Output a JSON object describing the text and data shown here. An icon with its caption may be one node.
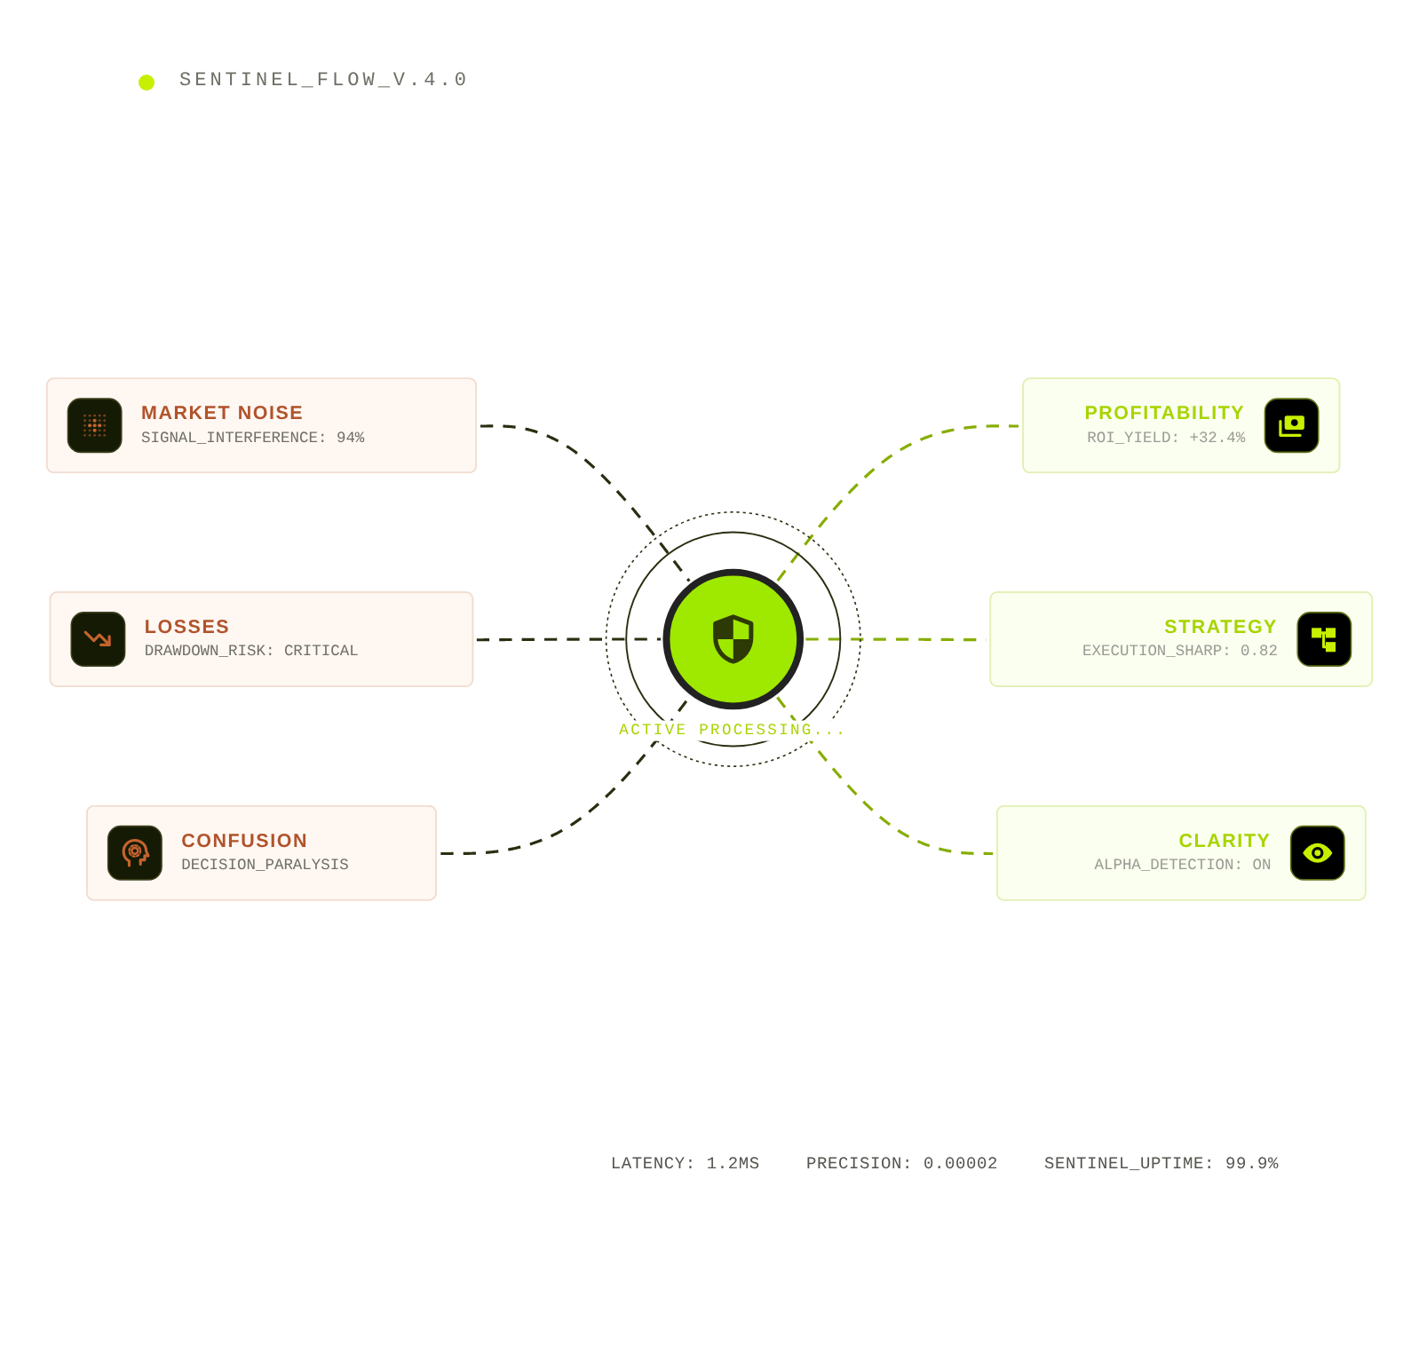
{
  "diagram": {
    "title": "SENTINEL_FLOW_V.4.0",
    "nodes": [
      {
        "text": [
          "MARKET NOISE",
          "SIGNAL_INTERFERENCE: 94%"
        ]
      },
      {
        "text": [
          "PROFITABILITY",
          "ROI_YIELD: +32.4%"
        ]
      },
      {
        "text": [
          "LOSSES",
          "DRAWDOWN_RISK: CRITICAL"
        ]
      },
      {
        "text": [],
        "shape": "circle",
        "beside": [
          "ACTIVE PROCESSING..."
        ]
      },
      {
        "text": [
          "STRATEGY",
          "EXECUTION_SHARP: 0.82"
        ]
      },
      {
        "text": [
          "CONFUSION",
          "DECISION_PARALYSIS"
        ]
      },
      {
        "text": [
          "CLARITY",
          "ALPHA_DETECTION: ON"
        ]
      }
    ],
    "edges": [
      {
        "from": 0,
        "to": 3,
        "arrow": "none",
        "style": "dashed",
        "color": "#2b2e10"
      },
      {
        "from": 2,
        "to": 3,
        "arrow": "none",
        "style": "dashed",
        "color": "#2b2e10"
      },
      {
        "from": 5,
        "to": 3,
        "arrow": "none",
        "style": "dashed",
        "color": "#2b2e10"
      },
      {
        "from": 3,
        "to": 1,
        "arrow": "none",
        "style": "dashed",
        "color": "#86ad00"
      },
      {
        "from": 3,
        "to": 4,
        "arrow": "none",
        "style": "dashed",
        "color": "#86ad00"
      },
      {
        "from": 3,
        "to": 6,
        "arrow": "none",
        "style": "dashed",
        "color": "#86ad00"
      }
    ],
    "labels": [
      "LATENCY: 1.2MS",
      "PRECISION: 0.00002",
      "SENTINEL_UPTIME: 99.9%"
    ]
  }
}
